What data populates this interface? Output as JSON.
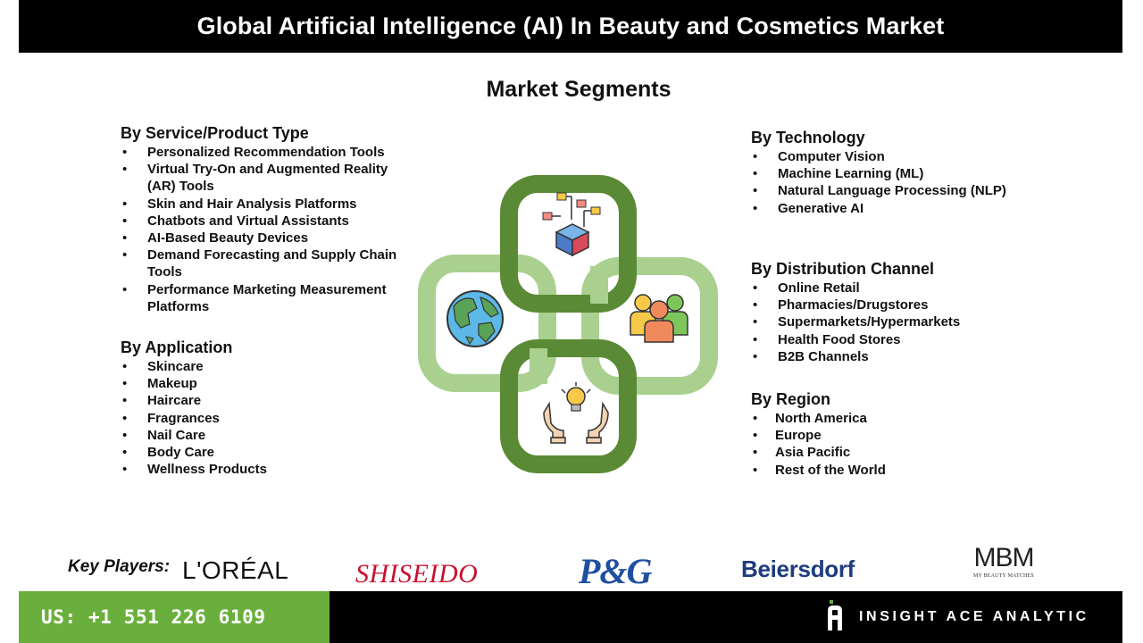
{
  "title": "Global Artificial Intelligence (AI) In Beauty and Cosmetics Market",
  "segments_heading": "Market Segments",
  "segments": {
    "service_product_type": {
      "heading": "By Service/Product Type",
      "items": [
        [
          "Personalized Recommendation Tools"
        ],
        [
          "Virtual Try-On and Augmented Reality",
          "(AR) Tools"
        ],
        [
          "Skin and Hair Analysis Platforms"
        ],
        [
          "Chatbots and Virtual Assistants"
        ],
        [
          "AI-Based Beauty Devices"
        ],
        [
          "Demand Forecasting and Supply Chain",
          "Tools"
        ],
        [
          "Performance Marketing Measurement",
          "Platforms"
        ]
      ]
    },
    "application": {
      "heading": "By Application",
      "items": [
        "Skincare",
        "Makeup",
        "Haircare",
        "Fragrances",
        "Nail Care",
        "Body Care",
        "Wellness Products"
      ]
    },
    "technology": {
      "heading": "By Technology",
      "items": [
        "Computer Vision",
        "Machine Learning (ML)",
        "Natural Language Processing (NLP)",
        "Generative AI"
      ]
    },
    "distribution_channel": {
      "heading": "By Distribution Channel",
      "items": [
        "Online Retail",
        "Pharmacies/Drugstores",
        "Supermarkets/Hypermarkets",
        "Health Food Stores",
        "B2B Channels"
      ]
    },
    "region": {
      "heading": "By Region",
      "items": [
        "North America",
        "Europe",
        "Asia Pacific",
        "Rest of the World"
      ]
    }
  },
  "graphic": {
    "icons": [
      "cube-network-icon",
      "globe-icon",
      "people-group-icon",
      "hands-lightbulb-icon"
    ],
    "colors": {
      "dark_green": "#5a8a35",
      "light_green": "#a9d08e"
    }
  },
  "key_players": {
    "label": "Key Players:",
    "logos": {
      "loreal": "L'ORÉAL",
      "shiseido": "SHISEIDO",
      "pg": "P&G",
      "beiersdorf": "Beiersdorf",
      "mbm": "MBM",
      "mbm_sub": "MY BEAUTY MATCHES"
    }
  },
  "footer": {
    "phone": "US: +1 551 226 6109",
    "brand": "INSIGHT ACE ANALYTIC",
    "colors": {
      "phone_bg": "#6aaf3d",
      "brand_bg": "#000000"
    }
  }
}
